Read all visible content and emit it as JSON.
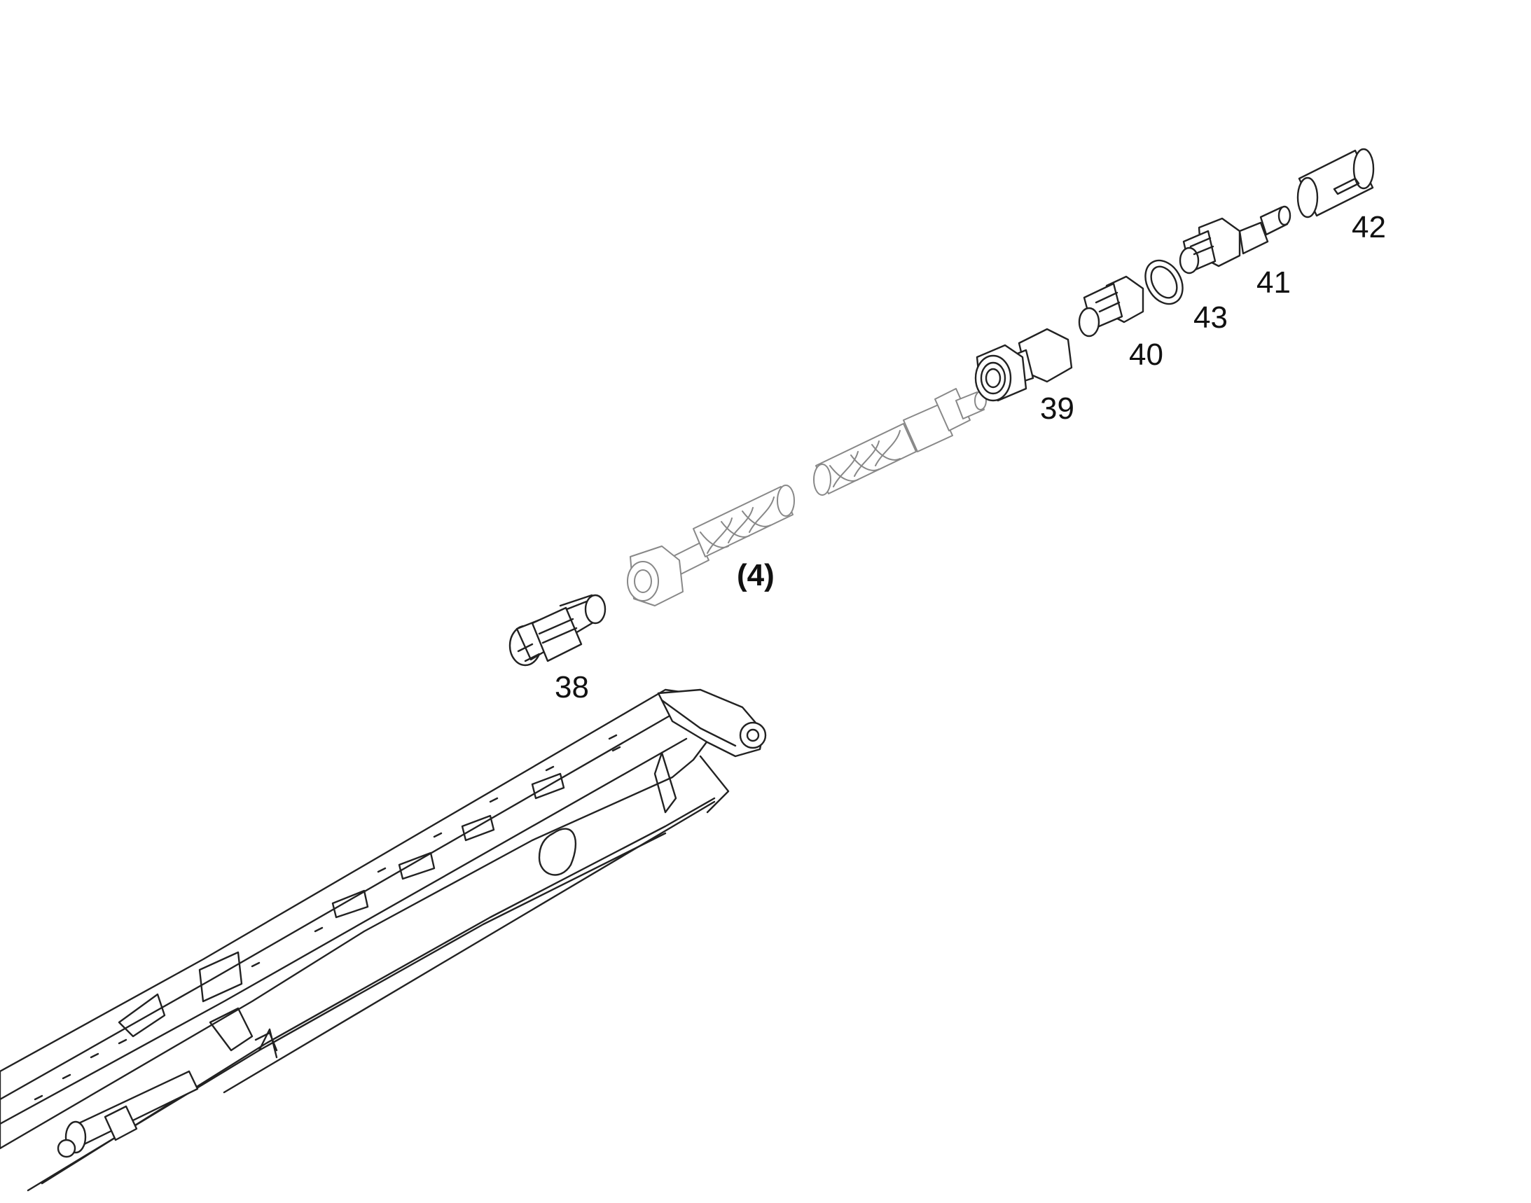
{
  "callouts": {
    "p38": "38",
    "p4": "(4)",
    "p39": "39",
    "p40": "40",
    "p43": "43",
    "p41": "41",
    "p42": "42"
  },
  "colors": {
    "line": "#222222",
    "ghost": "#888888",
    "background": "#ffffff"
  },
  "parts": [
    "fitting",
    "hose-assembly",
    "nut-fitting",
    "adapter",
    "o-ring-seal",
    "coupling",
    "sleeve",
    "boom-arm"
  ]
}
